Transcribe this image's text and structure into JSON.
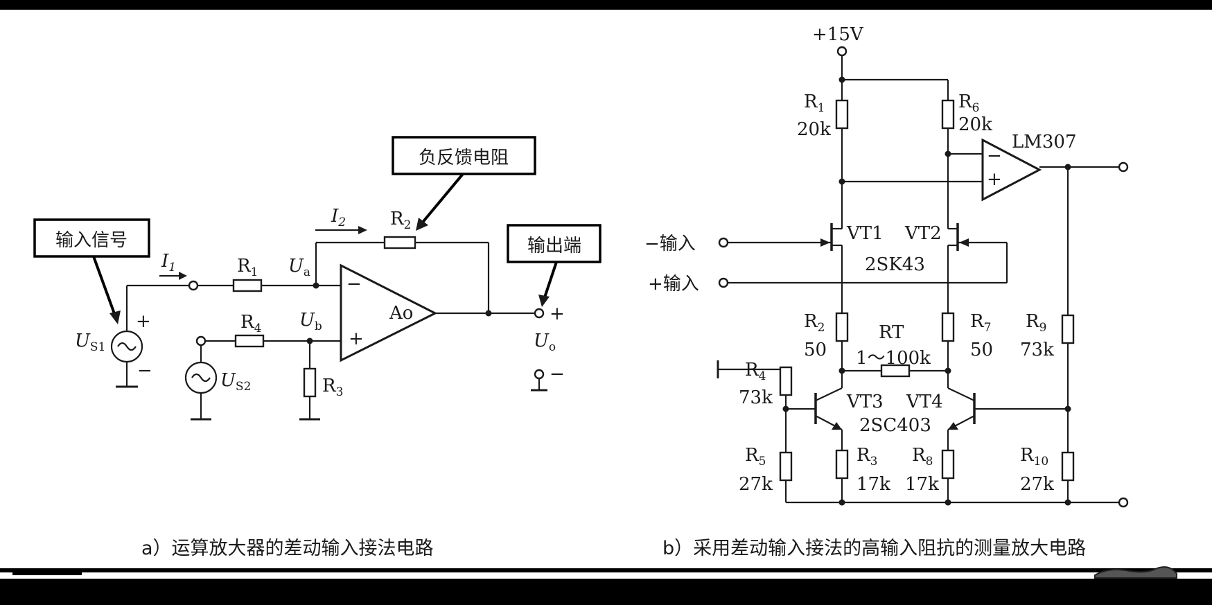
{
  "left": {
    "callouts": {
      "input_signal": "输入信号",
      "feedback_resistor": "负反馈电阻",
      "output_terminal": "输出端"
    },
    "labels": {
      "R1": "R",
      "R1_sub": "1",
      "R2": "R",
      "R2_sub": "2",
      "R3": "R",
      "R3_sub": "3",
      "R4": "R",
      "R4_sub": "4",
      "I1": "I",
      "I1_sub": "1",
      "I2": "I",
      "I2_sub": "2",
      "Ua": "U",
      "Ua_sub": "a",
      "Ub": "U",
      "Ub_sub": "b",
      "Us1": "U",
      "Us1_sub": "S1",
      "Us2": "U",
      "Us2_sub": "S2",
      "Uo": "U",
      "Uo_sub": "o",
      "opamp": "Ao",
      "minus": "−",
      "plus": "+"
    },
    "caption": "a）运算放大器的差动输入接法电路"
  },
  "right": {
    "supply": "+15V",
    "opamp": "LM307",
    "neg_input": "−输入",
    "pos_input": "+输入",
    "vt1": "VT1",
    "vt2": "VT2",
    "fet_model": "2SK43",
    "vt3": "VT3",
    "vt4": "VT4",
    "bjt_model": "2SC403",
    "R1": "R",
    "R1_sub": "1",
    "R1_val": "20k",
    "R6": "R",
    "R6_sub": "6",
    "R6_val": "20k",
    "R2": "R",
    "R2_sub": "2",
    "R2_val": "50",
    "R7": "R",
    "R7_sub": "7",
    "R7_val": "50",
    "RT": "RT",
    "RT_val": "1～100k",
    "R9": "R",
    "R9_sub": "9",
    "R9_val": "73k",
    "R4": "R",
    "R4_sub": "4",
    "R4_val": "73k",
    "R5": "R",
    "R5_sub": "5",
    "R5_val": "27k",
    "R3": "R",
    "R3_sub": "3",
    "R3_val": "17k",
    "R8": "R",
    "R8_sub": "8",
    "R8_val": "17k",
    "R10": "R",
    "R10_sub": "10",
    "R10_val": "27k",
    "caption": "b）采用差动输入接法的高输入阻抗的测量放大电路"
  }
}
